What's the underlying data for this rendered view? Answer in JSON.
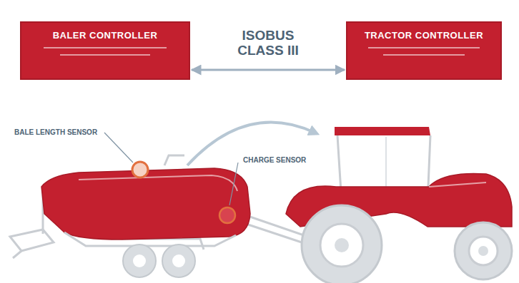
{
  "diagram": {
    "nodes": [
      {
        "text": [
          "BALER CONTROLLER"
        ]
      },
      {
        "text": [
          "TRACTOR CONTROLLER"
        ]
      }
    ],
    "edges": [
      {
        "from": 0,
        "to": 1,
        "arrow": "both",
        "label": "ISOBUS CLASS III"
      }
    ],
    "labels": [
      "BALE LENGTH SENSOR",
      "CHARGE SENSOR"
    ]
  }
}
